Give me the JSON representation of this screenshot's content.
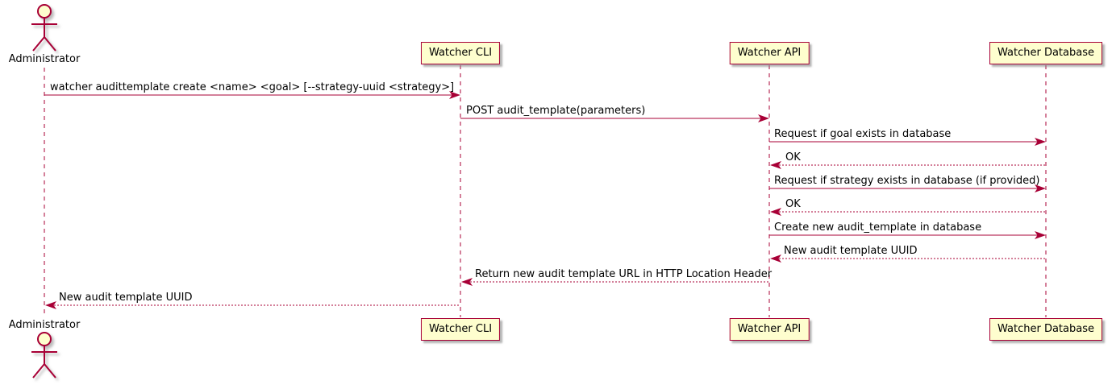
{
  "participants": [
    {
      "label": "Administrator",
      "type": "actor"
    },
    {
      "label": "Watcher CLI",
      "type": "participant"
    },
    {
      "label": "Watcher API",
      "type": "participant"
    },
    {
      "label": "Watcher Database",
      "type": "participant"
    }
  ],
  "messages": [
    {
      "text": "watcher audittemplate create <name> <goal> [--strategy-uuid <strategy>]",
      "from": "Administrator",
      "to": "Watcher CLI",
      "line": "solid"
    },
    {
      "text": "POST audit_template(parameters)",
      "from": "Watcher CLI",
      "to": "Watcher API",
      "line": "solid"
    },
    {
      "text": "Request if goal exists in database",
      "from": "Watcher API",
      "to": "Watcher Database",
      "line": "solid"
    },
    {
      "text": "OK",
      "from": "Watcher Database",
      "to": "Watcher API",
      "line": "dashed"
    },
    {
      "text": "Request if strategy exists in database (if provided)",
      "from": "Watcher API",
      "to": "Watcher Database",
      "line": "solid"
    },
    {
      "text": "OK",
      "from": "Watcher Database",
      "to": "Watcher API",
      "line": "dashed"
    },
    {
      "text": "Create new audit_template in database",
      "from": "Watcher API",
      "to": "Watcher Database",
      "line": "solid"
    },
    {
      "text": "New audit template UUID",
      "from": "Watcher Database",
      "to": "Watcher API",
      "line": "dashed"
    },
    {
      "text": "Return new audit template URL in HTTP Location Header",
      "from": "Watcher API",
      "to": "Watcher CLI",
      "line": "dashed"
    },
    {
      "text": "New audit template UUID",
      "from": "Watcher CLI",
      "to": "Administrator",
      "line": "dashed"
    }
  ],
  "colors": {
    "participant_fill": "#FEFECE",
    "participant_border": "#A80036",
    "arrow": "#A80036",
    "lifeline": "#A80036",
    "text": "#000000",
    "background": "#FFFFFF"
  }
}
